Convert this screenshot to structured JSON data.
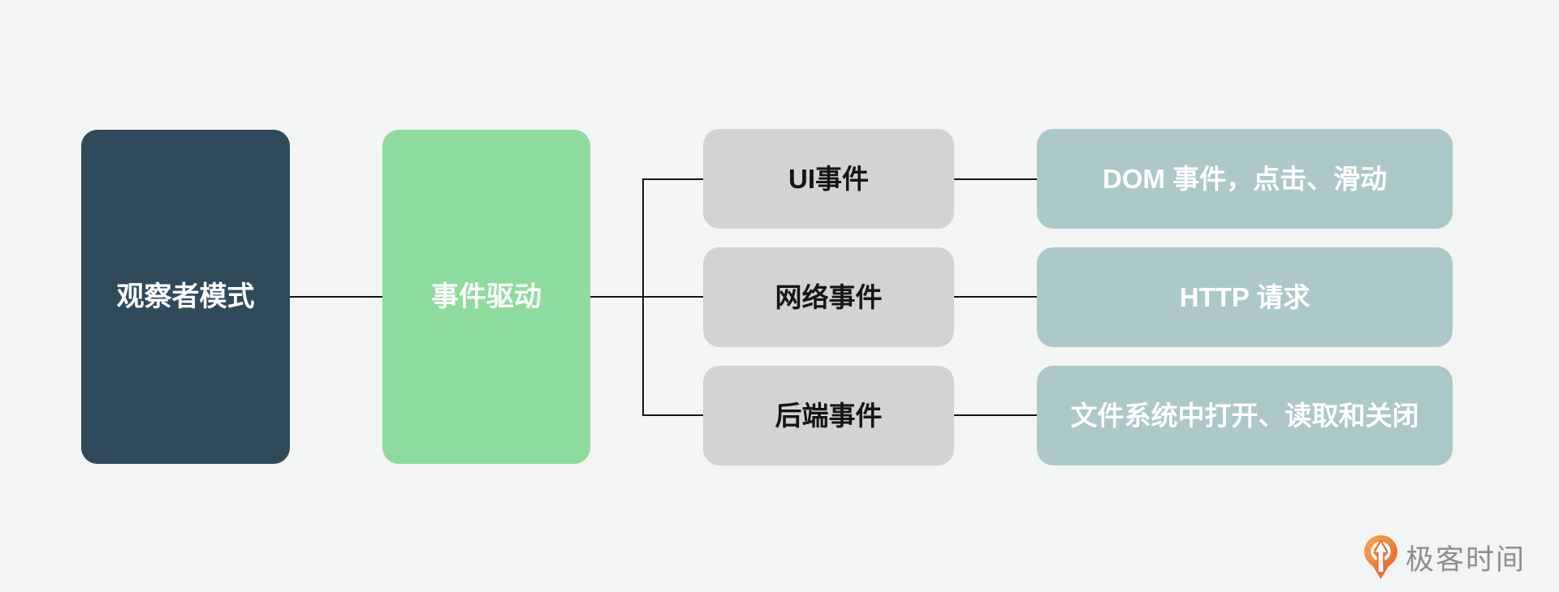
{
  "diagram": {
    "root": {
      "label": "观察者模式"
    },
    "hub": {
      "label": "事件驱动"
    },
    "categories": [
      {
        "label": "UI事件",
        "detail": "DOM 事件，点击、滑动"
      },
      {
        "label": "网络事件",
        "detail": "HTTP 请求"
      },
      {
        "label": "后端事件",
        "detail": "文件系统中打开、读取和关闭"
      }
    ]
  },
  "theme": {
    "background": "#f3f5f4",
    "root_box": "#2e4a5b",
    "hub_box": "#8edc9d",
    "category_box": "#d3d3d3",
    "detail_box": "#adc8c9",
    "root_text": "#ffffff",
    "hub_text": "#ffffff",
    "category_text": "#151515",
    "detail_text": "#ffffff",
    "connector": "#161616",
    "logo_orange_light": "#f7a94e",
    "logo_orange_dark": "#e55a28",
    "logo_text_color": "#8e8e8e"
  },
  "logo": {
    "brand": "极客时间"
  }
}
